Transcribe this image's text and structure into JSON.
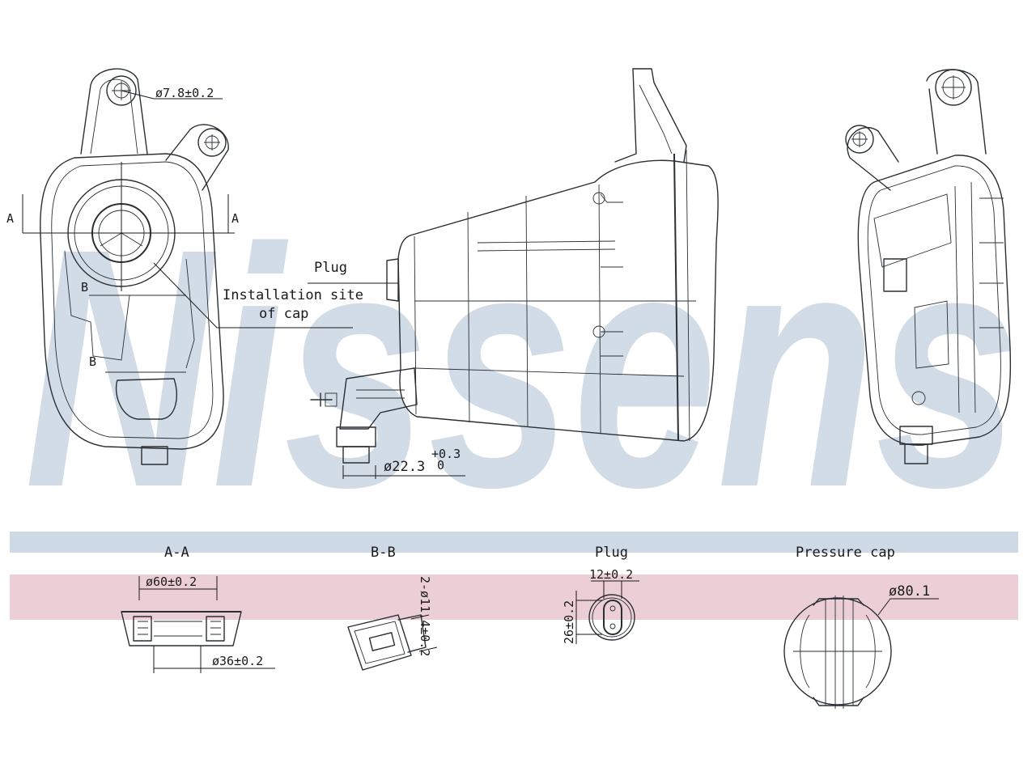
{
  "brand": {
    "watermark_text": "Nissens",
    "watermark_color": "#c9d6e2",
    "band_blue": "#cdd9e4",
    "band_pink": "#eccfd6"
  },
  "front_view": {
    "hole_dim": "ø7.8±0.2",
    "section_a_left": "A",
    "section_a_right": "A",
    "section_b_top": "B",
    "section_b_bottom": "B"
  },
  "side_view": {
    "plug_label": "Plug",
    "install_label_line1": "Installation site",
    "install_label_line2": "of cap",
    "pipe_dim_main": "ø22.3",
    "pipe_tol_upper": "+0.3",
    "pipe_tol_lower": "0"
  },
  "sections": {
    "aa": {
      "title": "A-A",
      "dim_outer": "ø60±0.2",
      "dim_inner": "ø36±0.2"
    },
    "bb": {
      "title": "B-B",
      "dim": "2-ø11.4±0.2"
    },
    "plug": {
      "title": "Plug",
      "dim_width": "12±0.2",
      "dim_height": "26±0.2"
    },
    "cap": {
      "title": "Pressure cap",
      "dim_dia": "ø80.1"
    }
  }
}
